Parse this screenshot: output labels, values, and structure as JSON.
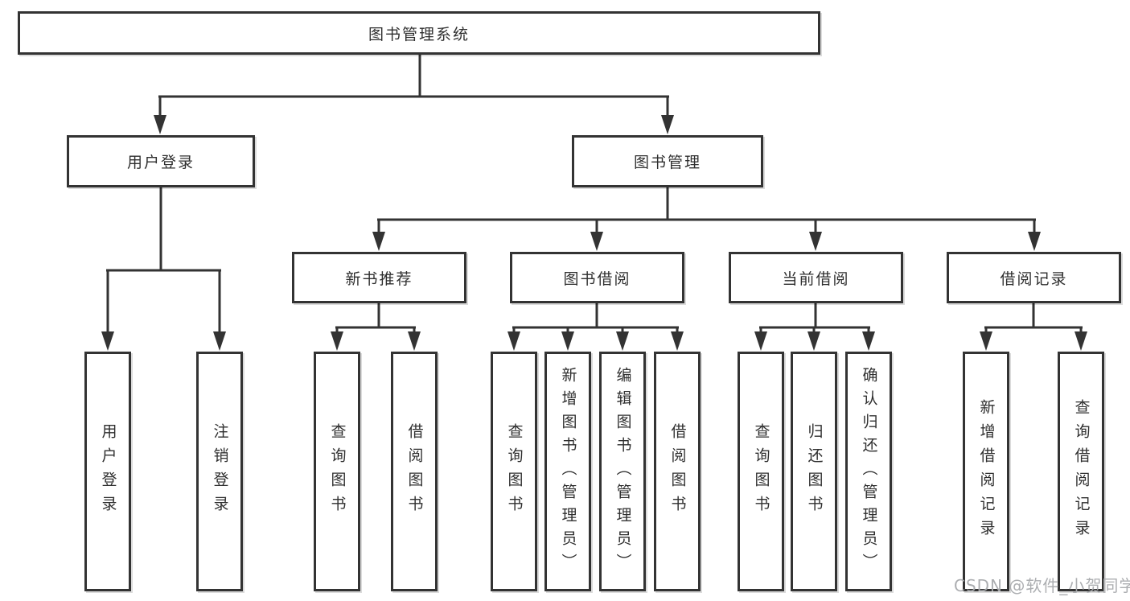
{
  "diagram": {
    "root": {
      "label": "图书管理系统"
    },
    "level2": [
      {
        "id": "user-login",
        "label": "用户登录"
      },
      {
        "id": "book-management",
        "label": "图书管理"
      }
    ],
    "level3": [
      {
        "id": "new-book-recommend",
        "label": "新书推荐"
      },
      {
        "id": "book-borrowing",
        "label": "图书借阅"
      },
      {
        "id": "current-borrowing",
        "label": "当前借阅"
      },
      {
        "id": "borrowing-records",
        "label": "借阅记录"
      }
    ],
    "leaves": {
      "user_login": [
        {
          "label": "用户登录"
        },
        {
          "label": "注销登录"
        }
      ],
      "new_book_recommend": [
        {
          "label": "查询图书"
        },
        {
          "label": "借阅图书"
        }
      ],
      "book_borrowing": [
        {
          "label": "查询图书"
        },
        {
          "label": "新增图书（管理员）"
        },
        {
          "label": "编辑图书（管理员）"
        },
        {
          "label": "借阅图书"
        }
      ],
      "current_borrowing": [
        {
          "label": "查询图书"
        },
        {
          "label": "归还图书"
        },
        {
          "label": "确认归还（管理员）"
        }
      ],
      "borrowing_records": [
        {
          "label": "新增借阅记录"
        },
        {
          "label": "查询借阅记录"
        }
      ]
    },
    "watermark": "CSDN @软件_小贺同学",
    "colors": {
      "line": "#333333",
      "text": "#2f2f2f",
      "watermark": "#a8aaad",
      "background": "#ffffff"
    }
  }
}
